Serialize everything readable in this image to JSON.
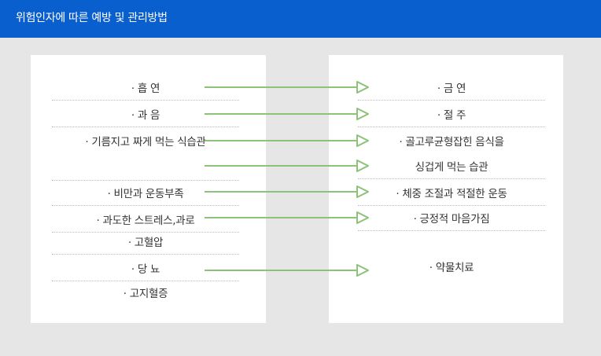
{
  "header": {
    "title": "위험인자에 따른 예방 및 관리방법"
  },
  "risk_factors": [
    {
      "label": "· 흡  연"
    },
    {
      "label": "· 과  음"
    },
    {
      "label": "· 기름지고 짜게 먹는 식습관"
    },
    {
      "label": ""
    },
    {
      "label": "· 비만과 운동부족"
    },
    {
      "label": "· 과도한 스트레스,과로"
    },
    {
      "label": "· 고혈압"
    },
    {
      "label": "· 당  뇨"
    },
    {
      "label": "· 고지혈증"
    }
  ],
  "management": [
    {
      "label": "· 금  연"
    },
    {
      "label": "· 절  주"
    },
    {
      "label": "· 골고루균형잡힌 음식을"
    },
    {
      "label": "싱겁게 먹는 습관"
    },
    {
      "label": "· 체중 조절과 적절한 운동"
    },
    {
      "label": "· 긍정적 마음가짐"
    },
    {
      "label": "· 약물치료"
    }
  ],
  "colors": {
    "header": "#0a5fcf",
    "arrow": "#8cc27a",
    "background": "#e6e6e6",
    "panel": "#ffffff"
  }
}
